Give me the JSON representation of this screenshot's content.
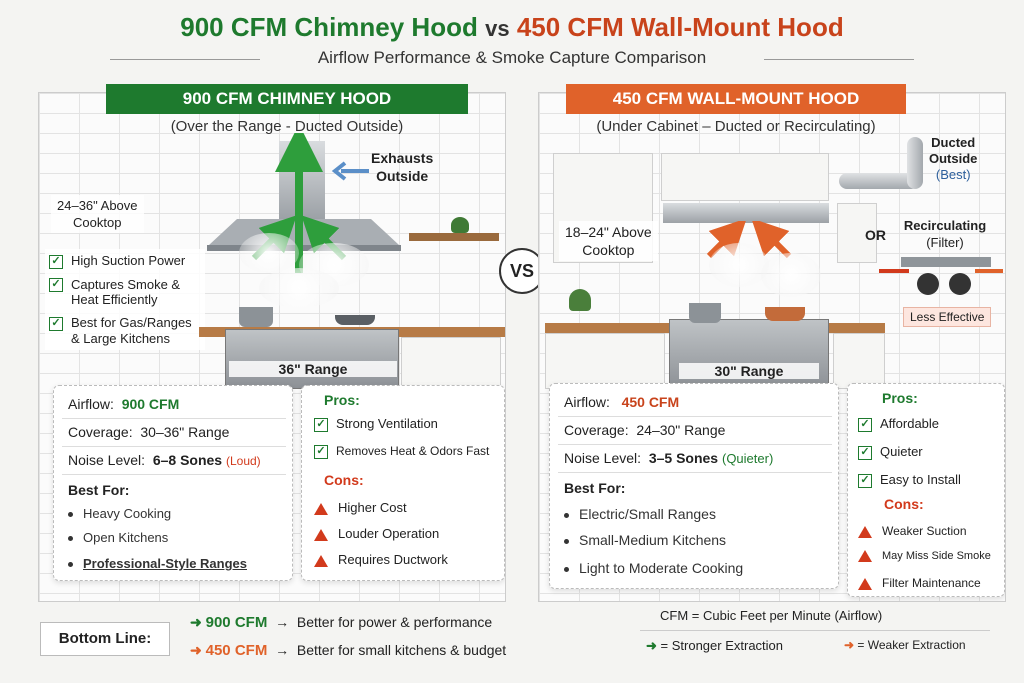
{
  "header": {
    "title_left": "900 CFM Chimney Hood",
    "title_vs": "vs",
    "title_right": "450 CFM Wall-Mount Hood",
    "subtitle": "Airflow Performance & Smoke Capture Comparison"
  },
  "colors": {
    "green": "#1e7a2e",
    "orange": "#e0622a",
    "red": "#d23a1c"
  },
  "vs_badge": "VS",
  "left": {
    "banner": "900 CFM CHIMNEY HOOD",
    "subheading": "(Over the Range - Ducted Outside)",
    "exhaust_label_1": "Exhausts",
    "exhaust_label_2": "Outside",
    "height_label_1": "24–36\" Above",
    "height_label_2": "Cooktop",
    "features": [
      "High Suction Power",
      "Captures Smoke &",
      "Heat Efficiently",
      "Best for Gas/Ranges",
      "& Large Kitchens"
    ],
    "range_label": "36\" Range",
    "specs": {
      "airflow_label": "Airflow:",
      "airflow_value": "900 CFM",
      "coverage_label": "Coverage:",
      "coverage_value": "30–36\" Range",
      "noise_label": "Noise Level:",
      "noise_value": "6–8 Sones",
      "noise_note": "(Loud)",
      "best_for_label": "Best For:",
      "best_for": [
        "Heavy Cooking",
        "Open Kitchens",
        "Professional-Style Ranges"
      ]
    },
    "pros_label": "Pros:",
    "pros": [
      "Strong Ventilation",
      "Removes Heat & Odors Fast"
    ],
    "cons_label": "Cons:",
    "cons": [
      "Higher Cost",
      "Louder Operation",
      "Requires Ductwork"
    ]
  },
  "right": {
    "banner": "450 CFM WALL-MOUNT HOOD",
    "subheading": "(Under Cabinet – Ducted or Recirculating)",
    "ducted_label_1": "Ducted",
    "ducted_label_2": "Outside",
    "ducted_label_3": "(Best)",
    "or_label": "OR",
    "recirc_label_1": "Recirculating",
    "recirc_label_2": "(Filter)",
    "less_effective": "Less Effective",
    "height_label_1": "18–24\" Above",
    "height_label_2": "Cooktop",
    "range_label": "30\" Range",
    "specs": {
      "airflow_label": "Airflow:",
      "airflow_value": "450 CFM",
      "coverage_label": "Coverage:",
      "coverage_value": "24–30\" Range",
      "noise_label": "Noise Level:",
      "noise_value": "3–5 Sones",
      "noise_note": "(Quieter)",
      "best_for_label": "Best For:",
      "best_for": [
        "Electric/Small Ranges",
        "Small-Medium Kitchens",
        "Light to Moderate Cooking"
      ]
    },
    "pros_label": "Pros:",
    "pros": [
      "Affordable",
      "Quieter",
      "Easy to Install"
    ],
    "cons_label": "Cons:",
    "cons": [
      "Weaker Suction",
      "May Miss Side Smoke",
      "Filter Maintenance"
    ]
  },
  "bottom": {
    "label": "Bottom Line:",
    "line1_cfm": "900 CFM",
    "line1_text": "Better for power & performance",
    "line2_cfm": "450 CFM",
    "line2_text": "Better for small kitchens & budget"
  },
  "legend": {
    "definition": "CFM = Cubic Feet per Minute (Airflow)",
    "stronger": "= Stronger Extraction",
    "weaker": "= Weaker Extraction"
  }
}
